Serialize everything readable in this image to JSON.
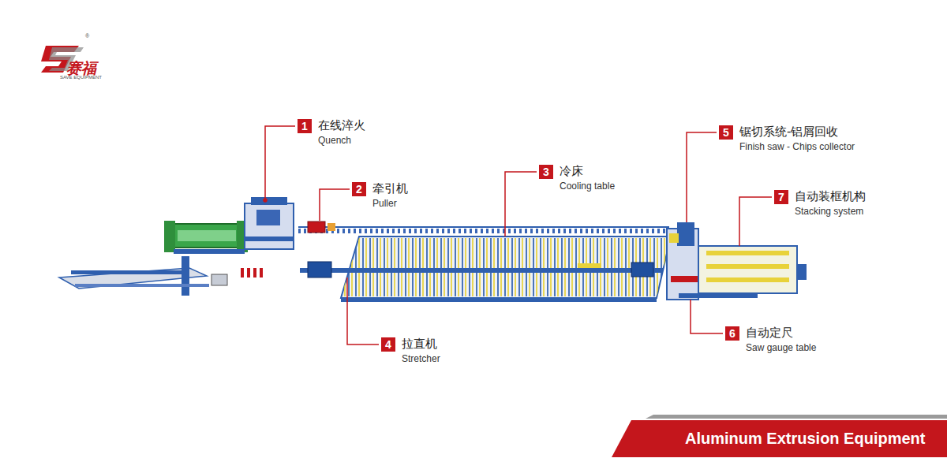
{
  "diagram": {
    "nodes": [
      {
        "text": [
          "1",
          "在线淬火",
          "Quench"
        ]
      },
      {
        "text": [
          "2",
          "牵引机",
          "Puller"
        ]
      },
      {
        "text": [
          "3",
          "冷床",
          "Cooling table"
        ]
      },
      {
        "text": [
          "4",
          "拉直机",
          "Stretcher"
        ]
      },
      {
        "text": [
          "5",
          "锯切系统-铝屑回收",
          "Finish saw - Chips collector"
        ]
      },
      {
        "text": [
          "6",
          "自动定尺",
          "Saw gauge table"
        ]
      },
      {
        "text": [
          "7",
          "自动装框机构",
          "Stacking  system"
        ]
      },
      {
        "text": [
          "Aluminum Extrusion Equipment"
        ]
      }
    ],
    "labels": [
      "®",
      "赛福",
      "SAVE EQUIPMENT"
    ]
  }
}
